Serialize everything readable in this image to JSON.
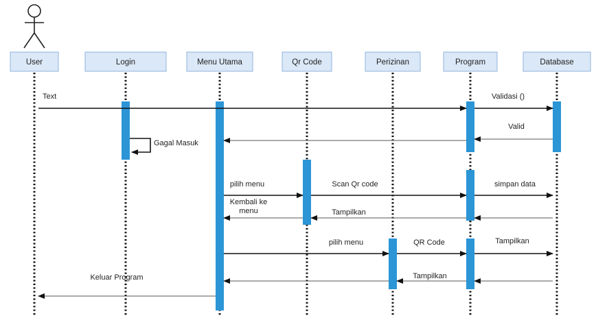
{
  "colors": {
    "header_fill": "#dbe8f7",
    "header_stroke": "#8fb3dc",
    "activation": "#2b95d6",
    "line": "#111111",
    "return_line": "#555555"
  },
  "participants": [
    {
      "id": "user",
      "label": "User",
      "actor": true
    },
    {
      "id": "login",
      "label": "Login"
    },
    {
      "id": "menu",
      "label": "Menu Utama"
    },
    {
      "id": "qr",
      "label": "Qr Code"
    },
    {
      "id": "izin",
      "label": "Perizinan"
    },
    {
      "id": "program",
      "label": "Program"
    },
    {
      "id": "db",
      "label": "Database"
    }
  ],
  "messages": [
    {
      "label": "Text",
      "from": "user",
      "to": "program"
    },
    {
      "label": "Validasi ()",
      "from": "program",
      "to": "db"
    },
    {
      "label": "Valid",
      "from": "db",
      "to": "program",
      "dashed": true
    },
    {
      "label": "",
      "from": "program",
      "to": "menu",
      "dashed": true
    },
    {
      "label": "Gagal Masuk",
      "from": "login",
      "to": "login",
      "self": true
    },
    {
      "label": "pilih menu",
      "from": "menu",
      "to": "qr"
    },
    {
      "label": "Scan Qr code",
      "from": "qr",
      "to": "program"
    },
    {
      "label": "simpan data",
      "from": "program",
      "to": "db"
    },
    {
      "label": "Kembali ke\nmenu",
      "from": "qr",
      "to": "menu",
      "dashed": true
    },
    {
      "label": "Tampilkan",
      "from": "program",
      "to": "qr",
      "dashed": true
    },
    {
      "label": "",
      "from": "db",
      "to": "program",
      "dashed": true
    },
    {
      "label": "pilih menu",
      "from": "menu",
      "to": "izin"
    },
    {
      "label": "QR Code",
      "from": "izin",
      "to": "program"
    },
    {
      "label": "Tampilkan",
      "from": "program",
      "to": "db"
    },
    {
      "label": "Tampilkan",
      "from": "program",
      "to": "izin",
      "dashed": true
    },
    {
      "label": "",
      "from": "db",
      "to": "program",
      "dashed": true
    },
    {
      "label": "",
      "from": "izin",
      "to": "menu",
      "dashed": true
    },
    {
      "label": "Keluar Program",
      "from": "menu",
      "to": "user",
      "dashed": true
    }
  ]
}
